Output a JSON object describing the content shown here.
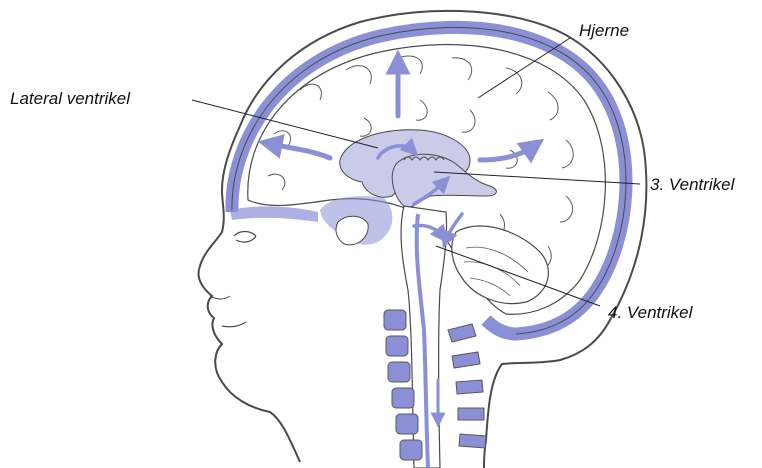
{
  "labels": {
    "brain": "Hjerne",
    "lateral_ventricle": "Lateral ventrikel",
    "third_ventricle": "3. Ventrikel",
    "fourth_ventricle": "4. Ventrikel"
  },
  "colors": {
    "csf_blue": "#8a8fd6",
    "outline": "#4a4a4a",
    "fill": "#ffffff",
    "light": "#c9cbe9"
  }
}
